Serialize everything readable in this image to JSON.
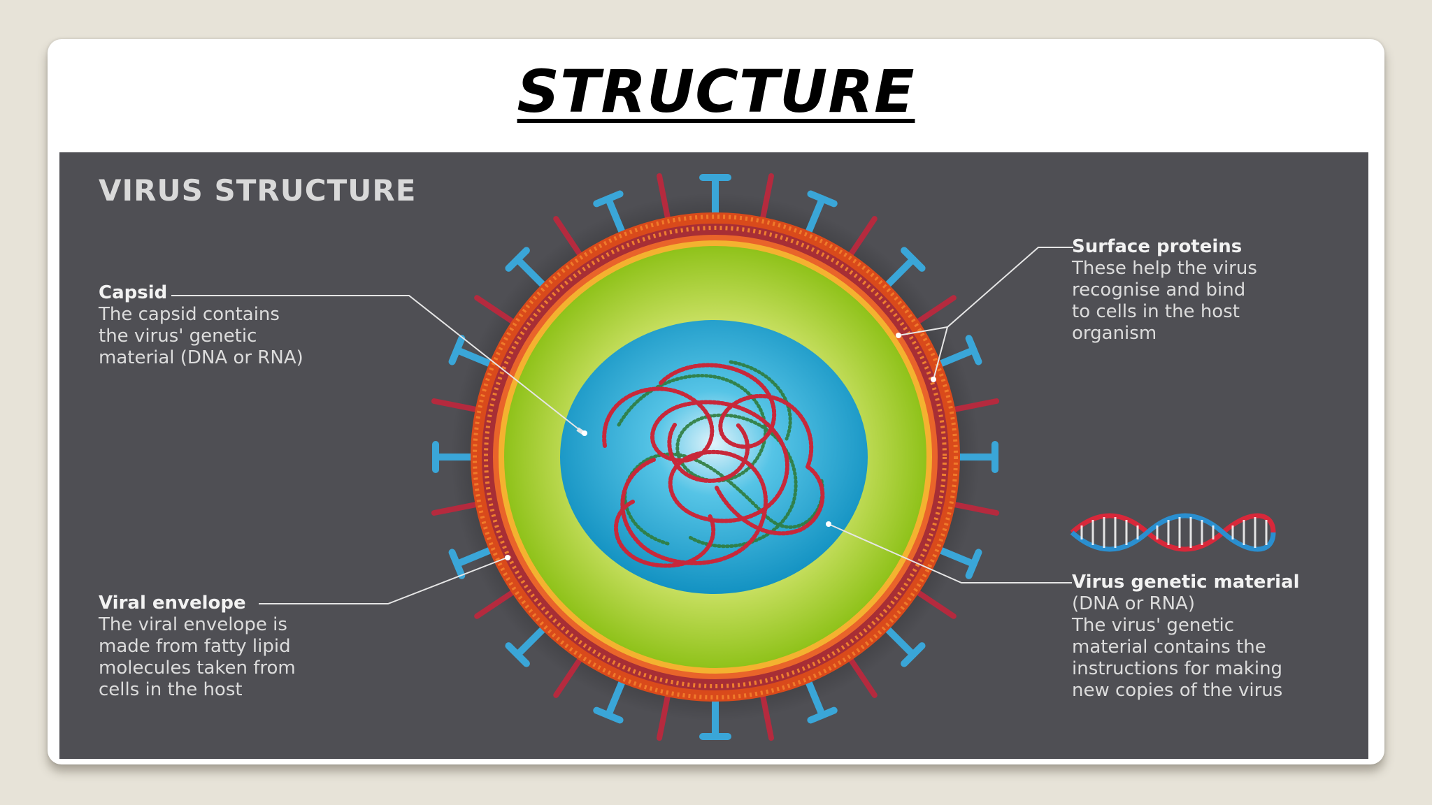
{
  "slide": {
    "title": "STRUCTURE"
  },
  "diagram": {
    "title": "VIRUS STRUCTURE",
    "labels": {
      "capsid": {
        "heading": "Capsid",
        "description": "The capsid contains\nthe virus' genetic\nmaterial (DNA or RNA)"
      },
      "viral_envelope": {
        "heading": "Viral envelope",
        "description": "The viral envelope is\nmade from fatty lipid\nmolecules taken from\ncells in the host"
      },
      "surface_proteins": {
        "heading": "Surface proteins",
        "description": "These help the virus\nrecognise and bind\nto cells in the host\norganism"
      },
      "genetic_material": {
        "heading": "Virus genetic material",
        "description": "(DNA or RNA)\nThe virus' genetic\nmaterial contains the\ninstructions for making\nnew copies of the virus"
      }
    },
    "colors": {
      "background": "#4f4f54",
      "envelope": "#e4581e",
      "capsid": "#a9d21b",
      "core": "#1ea8d4",
      "genetic_strand": "#c8283a",
      "spike_blue": "#3aa6d8",
      "spike_red": "#b52a3e"
    }
  }
}
